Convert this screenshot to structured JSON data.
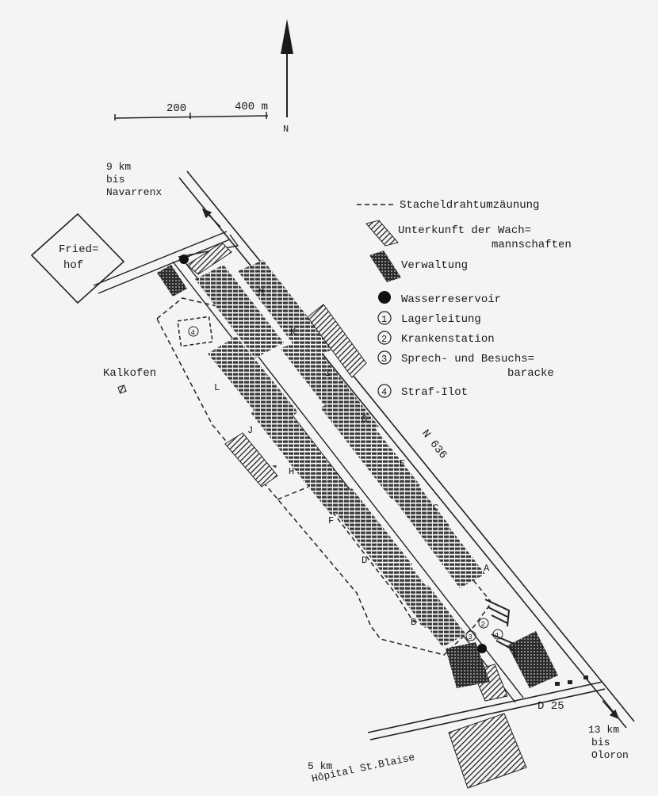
{
  "scale": {
    "label_200": "200",
    "label_400": "400 m"
  },
  "north": {
    "label": "N"
  },
  "places": {
    "navarrenx_dist": "9 km",
    "navarrenx_bis": "bis",
    "navarrenx_name": "Navarrenx",
    "friedhof_1": "Fried=",
    "friedhof_2": "hof",
    "kalkofen": "Kalkofen",
    "oloron_dist": "13 km",
    "oloron_bis": "bis",
    "oloron_name": "Oloron",
    "hopital_dist": "5 km",
    "hopital_name": "Hôpital St.Blaise"
  },
  "roads": {
    "n636": "N 636",
    "d25": "D 25"
  },
  "blocks": [
    "M",
    "K",
    "L",
    "I",
    "J",
    "G",
    "H",
    "E",
    "F",
    "C",
    "D",
    "A",
    "B"
  ],
  "legend": {
    "fence": "Stacheldrahtumzäunung",
    "guards_1": "Unterkunft der Wach=",
    "guards_2": "mannschaften",
    "admin": "Verwaltung",
    "water": "Wasserreservoir",
    "n1_num": "1",
    "n1": "Lagerleitung",
    "n2_num": "2",
    "n2": "Krankenstation",
    "n3_num": "3",
    "n3a": "Sprech- und Besuchs=",
    "n3b": "baracke",
    "n4_num": "4",
    "n4": "Straf-Ilot"
  },
  "map_markers": {
    "m1": "1",
    "m2": "2",
    "m3": "3",
    "m4": "4"
  }
}
